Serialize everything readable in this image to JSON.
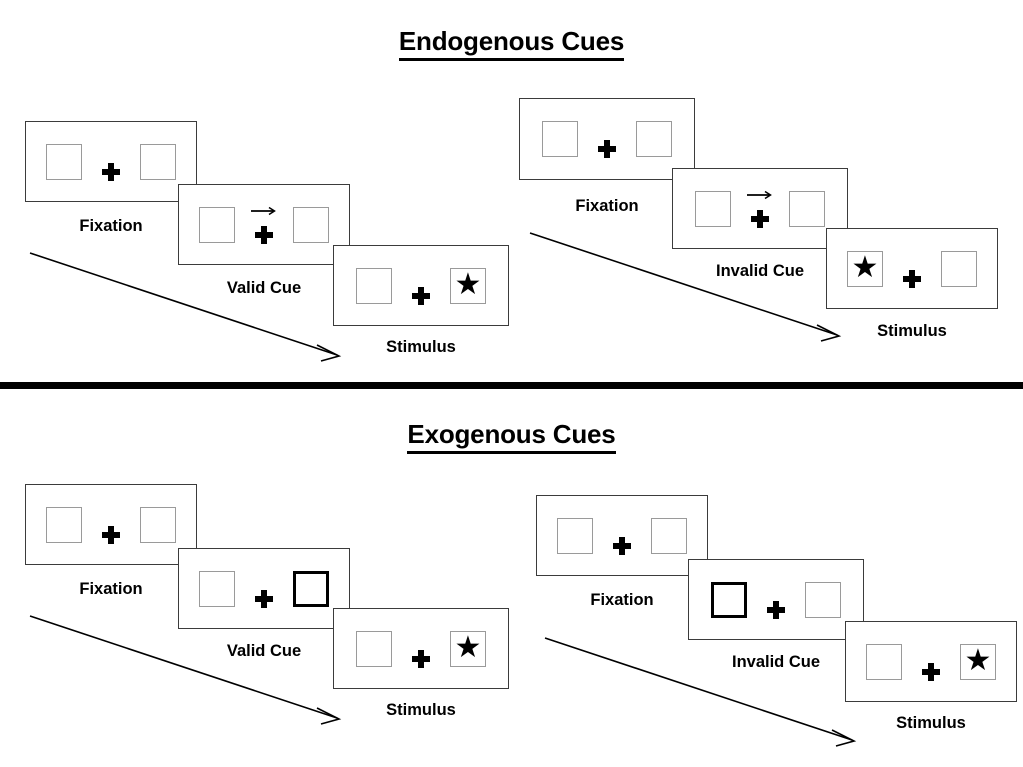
{
  "sections": [
    {
      "id": "endogenous",
      "title": "Endogenous Cues",
      "sequences": [
        {
          "id": "endogenous-valid",
          "panels": [
            {
              "caption": "Fixation",
              "cue": "none",
              "left_content": "empty",
              "right_content": "empty"
            },
            {
              "caption": "Valid Cue",
              "cue": "arrow-right",
              "left_content": "empty",
              "right_content": "empty"
            },
            {
              "caption": "Stimulus",
              "cue": "none",
              "left_content": "empty",
              "right_content": "star"
            }
          ]
        },
        {
          "id": "endogenous-invalid",
          "panels": [
            {
              "caption": "Fixation",
              "cue": "none",
              "left_content": "empty",
              "right_content": "empty"
            },
            {
              "caption": "Invalid Cue",
              "cue": "arrow-right",
              "left_content": "empty",
              "right_content": "empty"
            },
            {
              "caption": "Stimulus",
              "cue": "none",
              "left_content": "star",
              "right_content": "empty"
            }
          ]
        }
      ]
    },
    {
      "id": "exogenous",
      "title": "Exogenous Cues",
      "sequences": [
        {
          "id": "exogenous-valid",
          "panels": [
            {
              "caption": "Fixation",
              "cue": "none",
              "left_content": "empty",
              "right_content": "empty"
            },
            {
              "caption": "Valid Cue",
              "cue": "none",
              "left_content": "empty",
              "right_content": "highlight"
            },
            {
              "caption": "Stimulus",
              "cue": "none",
              "left_content": "empty",
              "right_content": "star"
            }
          ]
        },
        {
          "id": "exogenous-invalid",
          "panels": [
            {
              "caption": "Fixation",
              "cue": "none",
              "left_content": "empty",
              "right_content": "empty"
            },
            {
              "caption": "Invalid Cue",
              "cue": "none",
              "left_content": "highlight",
              "right_content": "empty"
            },
            {
              "caption": "Stimulus",
              "cue": "none",
              "left_content": "empty",
              "right_content": "star"
            }
          ]
        }
      ]
    }
  ],
  "glyphs": {
    "star": "★"
  },
  "colors": {
    "ink": "#000000",
    "panel_border": "#3b3b3b",
    "box_border": "#9a9a9a",
    "highlight_border": "#000000",
    "background": "#ffffff"
  }
}
